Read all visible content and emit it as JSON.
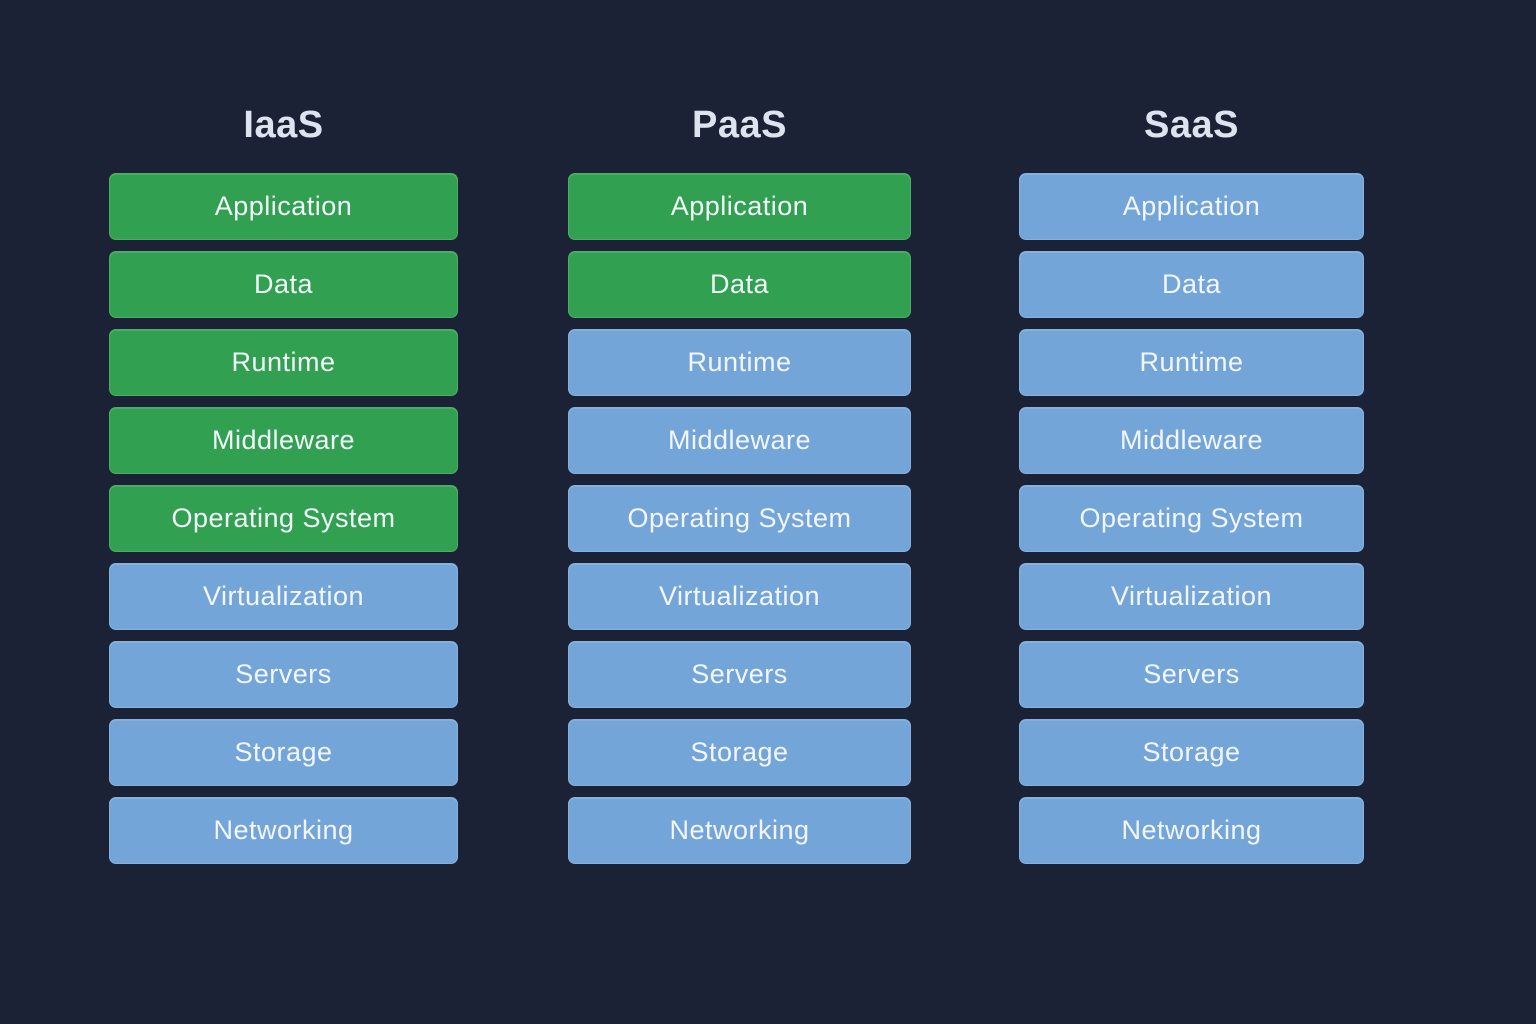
{
  "diagram": {
    "background": "#1c2236",
    "colors": {
      "user_managed_box": "#31a050",
      "provider_managed_box": "#74a5d8",
      "title_text": "#dee4ef",
      "layer_text": "#f2f6fa"
    },
    "columns": [
      {
        "title": "IaaS",
        "layers": [
          {
            "label": "Application",
            "managed": "user"
          },
          {
            "label": "Data",
            "managed": "user"
          },
          {
            "label": "Runtime",
            "managed": "user"
          },
          {
            "label": "Middleware",
            "managed": "user"
          },
          {
            "label": "Operating System",
            "managed": "user"
          },
          {
            "label": "Virtualization",
            "managed": "provider"
          },
          {
            "label": "Servers",
            "managed": "provider"
          },
          {
            "label": "Storage",
            "managed": "provider"
          },
          {
            "label": "Networking",
            "managed": "provider"
          }
        ]
      },
      {
        "title": "PaaS",
        "layers": [
          {
            "label": "Application",
            "managed": "user"
          },
          {
            "label": "Data",
            "managed": "user"
          },
          {
            "label": "Runtime",
            "managed": "provider"
          },
          {
            "label": "Middleware",
            "managed": "provider"
          },
          {
            "label": "Operating System",
            "managed": "provider"
          },
          {
            "label": "Virtualization",
            "managed": "provider"
          },
          {
            "label": "Servers",
            "managed": "provider"
          },
          {
            "label": "Storage",
            "managed": "provider"
          },
          {
            "label": "Networking",
            "managed": "provider"
          }
        ]
      },
      {
        "title": "SaaS",
        "layers": [
          {
            "label": "Application",
            "managed": "provider"
          },
          {
            "label": "Data",
            "managed": "provider"
          },
          {
            "label": "Runtime",
            "managed": "provider"
          },
          {
            "label": "Middleware",
            "managed": "provider"
          },
          {
            "label": "Operating System",
            "managed": "provider"
          },
          {
            "label": "Virtualization",
            "managed": "provider"
          },
          {
            "label": "Servers",
            "managed": "provider"
          },
          {
            "label": "Storage",
            "managed": "provider"
          },
          {
            "label": "Networking",
            "managed": "provider"
          }
        ]
      }
    ]
  }
}
